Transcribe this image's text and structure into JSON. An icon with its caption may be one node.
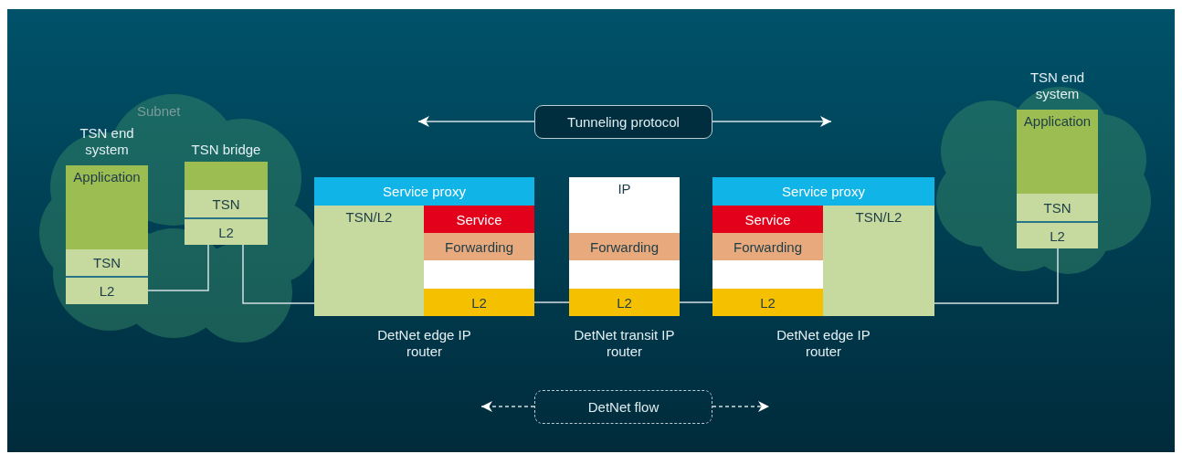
{
  "diagram": {
    "nodes": [
      {
        "text": [
          "Subnet"
        ]
      },
      {
        "text": [
          "TSN end system"
        ],
        "in": 0
      },
      {
        "text": [
          "Application"
        ],
        "in": 1
      },
      {
        "text": [
          "TSN"
        ],
        "in": 1
      },
      {
        "text": [
          "L2"
        ],
        "in": 1
      },
      {
        "text": [
          "TSN bridge"
        ],
        "in": 0
      },
      {
        "text": [],
        "shape": "box",
        "in": 5
      },
      {
        "text": [
          "TSN"
        ],
        "in": 5
      },
      {
        "text": [
          "L2"
        ],
        "in": 5
      },
      {
        "text": [
          "DetNet edge IP router"
        ]
      },
      {
        "text": [
          "Service proxy"
        ],
        "in": 9
      },
      {
        "text": [
          "TSN/L2"
        ],
        "in": 9
      },
      {
        "text": [
          "Service"
        ],
        "in": 9
      },
      {
        "text": [
          "Forwarding"
        ],
        "in": 9
      },
      {
        "text": [],
        "shape": "box",
        "in": 9
      },
      {
        "text": [
          "L2"
        ],
        "in": 9
      },
      {
        "text": [
          "DetNet transit IP router"
        ]
      },
      {
        "text": [
          "IP"
        ],
        "in": 16
      },
      {
        "text": [
          "Forwarding"
        ],
        "in": 16
      },
      {
        "text": [],
        "shape": "box",
        "in": 16
      },
      {
        "text": [
          "L2"
        ],
        "in": 16
      },
      {
        "text": [
          "DetNet edge IP router"
        ]
      },
      {
        "text": [
          "Service proxy"
        ],
        "in": 21
      },
      {
        "text": [
          "Service"
        ],
        "in": 21
      },
      {
        "text": [
          "Forwarding"
        ],
        "in": 21
      },
      {
        "text": [],
        "shape": "box",
        "in": 21
      },
      {
        "text": [
          "L2"
        ],
        "in": 21
      },
      {
        "text": [
          "TSN/L2"
        ],
        "in": 21
      },
      {
        "text": [],
        "shape": "cloud"
      },
      {
        "text": [
          "TSN end system"
        ],
        "in": 28
      },
      {
        "text": [
          "Application"
        ],
        "in": 29
      },
      {
        "text": [
          "TSN"
        ],
        "in": 29
      },
      {
        "text": [
          "L2"
        ],
        "in": 29
      },
      {
        "text": [
          "Tunneling protocol"
        ]
      },
      {
        "text": [
          "DetNet flow"
        ]
      }
    ],
    "edges": [
      {
        "from": 4,
        "to": 8,
        "arrow": "none"
      },
      {
        "from": 8,
        "to": 11,
        "arrow": "none"
      },
      {
        "from": 15,
        "to": 20,
        "arrow": "none"
      },
      {
        "from": 20,
        "to": 26,
        "arrow": "none"
      },
      {
        "from": 27,
        "to": 32,
        "arrow": "none"
      },
      {
        "from": 33,
        "to": null,
        "arrow": "to"
      },
      {
        "from": 33,
        "to": null,
        "arrow": "to"
      },
      {
        "from": 34,
        "to": null,
        "arrow": "to",
        "style": "dashed"
      },
      {
        "from": 34,
        "to": null,
        "arrow": "to",
        "style": "dashed"
      }
    ]
  }
}
